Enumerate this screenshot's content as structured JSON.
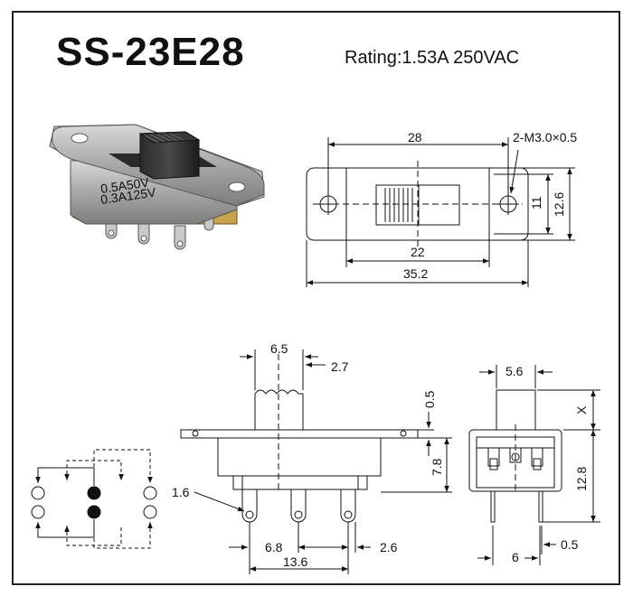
{
  "header": {
    "model": "SS-23E28",
    "rating": "Rating:1.53A 250VAC"
  },
  "photo": {
    "print_line1": "0.5A50V",
    "print_line2": "0.3A125V"
  },
  "top_view": {
    "dim_length_between_holes": "28",
    "dim_hole_thread": "2-M3.0×0.5",
    "dim_inner_height": "11",
    "dim_outer_height": "12.6",
    "dim_slot_width": "22",
    "dim_total_length": "35.2"
  },
  "front_view": {
    "dim_knob_width": "6.5",
    "dim_knob_offset": "2.7",
    "dim_flange_thickness": "0.5",
    "dim_body_height": "7.8",
    "dim_terminal_hole": "1.6",
    "dim_terminal_pitch": "6.8",
    "dim_terminal_edge": "2.6",
    "dim_terminal_span": "13.6"
  },
  "side_view": {
    "dim_knob_width": "5.6",
    "dim_knob_height": "X",
    "dim_total_height": "12.8",
    "dim_pin_spacing": "6",
    "dim_pin_thickness": "0.5"
  }
}
